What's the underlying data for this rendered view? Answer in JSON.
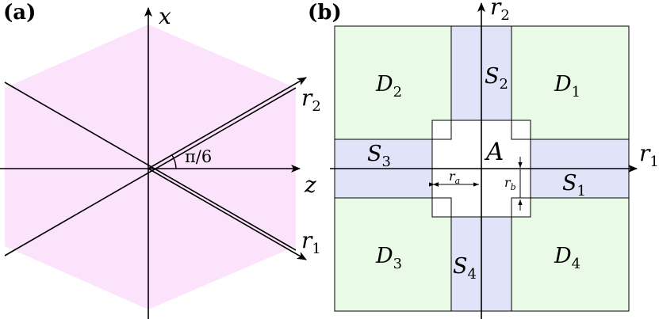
{
  "panel_a": {
    "label": "(a)",
    "axes": {
      "vertical": "x",
      "horizontal": "z",
      "r1": "r",
      "r1_sub": "1",
      "r2": "r",
      "r2_sub": "2"
    },
    "angle_label": "π/6"
  },
  "panel_b": {
    "label": "(b)",
    "axes": {
      "r1": "r",
      "r1_sub": "1",
      "r2": "r",
      "r2_sub": "2"
    },
    "regions": {
      "center": "A",
      "d1": {
        "name": "D",
        "sub": "1"
      },
      "d2": {
        "name": "D",
        "sub": "2"
      },
      "d3": {
        "name": "D",
        "sub": "3"
      },
      "d4": {
        "name": "D",
        "sub": "4"
      },
      "s1": {
        "name": "S",
        "sub": "1"
      },
      "s2": {
        "name": "S",
        "sub": "2"
      },
      "s3": {
        "name": "S",
        "sub": "3"
      },
      "s4": {
        "name": "S",
        "sub": "4"
      }
    },
    "dimensions": {
      "ra": "r",
      "ra_sub": "a",
      "rb": "r",
      "rb_sub": "b"
    }
  },
  "colors": {
    "hexagon_fill": "#fbe3fb",
    "d_region_fill": "#e9fbe6",
    "s_region_fill": "#e1e3f8",
    "line": "#000000"
  }
}
